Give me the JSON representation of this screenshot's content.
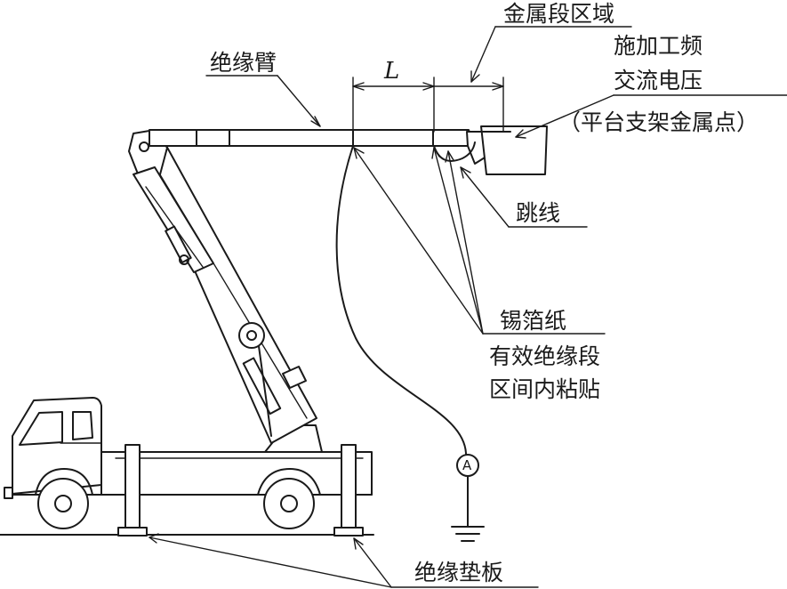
{
  "labels": {
    "metal_zone": "金属段区域",
    "insulated_arm": "绝缘臂",
    "length_symbol": "L",
    "applied_voltage_line1": "施加工频",
    "applied_voltage_line2": "交流电压",
    "platform_metal_point": "（平台支架金属点）",
    "jumper": "跳线",
    "tin_foil": "锡箔纸",
    "foil_note_line1": "有效绝缘段",
    "foil_note_line2": "区间内粘贴",
    "insulating_pad": "绝缘垫板",
    "ammeter": "A"
  }
}
